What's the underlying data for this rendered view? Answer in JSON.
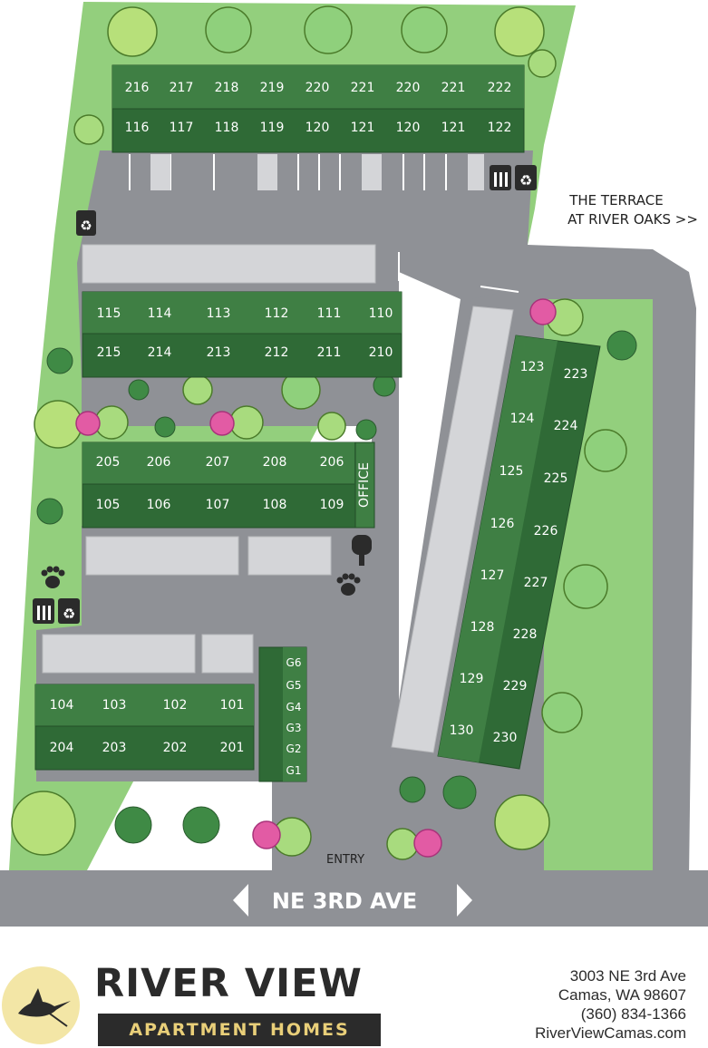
{
  "map": {
    "street_name": "NE 3RD AVE",
    "entry_label": "ENTRY",
    "neighbor_label_line1": "THE TERRACE",
    "neighbor_label_line2": "AT RIVER OAKS >>",
    "office_label": "OFFICE",
    "north_building_upper": [
      "216",
      "217",
      "218",
      "219",
      "220",
      "221",
      "220",
      "221",
      "222"
    ],
    "north_building_lower": [
      "116",
      "117",
      "118",
      "119",
      "120",
      "121",
      "120",
      "121",
      "122"
    ],
    "building_b_upper": [
      "115",
      "114",
      "113",
      "112",
      "111",
      "110"
    ],
    "building_b_lower": [
      "215",
      "214",
      "213",
      "212",
      "211",
      "210"
    ],
    "building_c_upper": [
      "205",
      "206",
      "207",
      "208",
      "206"
    ],
    "building_c_lower": [
      "105",
      "106",
      "107",
      "108",
      "109"
    ],
    "building_d_upper": [
      "104",
      "103",
      "102",
      "101"
    ],
    "building_d_lower": [
      "204",
      "203",
      "202",
      "201"
    ],
    "garages": [
      "G6",
      "G5",
      "G4",
      "G3",
      "G2",
      "G1"
    ],
    "east_building_left": [
      "123",
      "124",
      "125",
      "126",
      "127",
      "128",
      "129",
      "130"
    ],
    "east_building_right": [
      "223",
      "224",
      "225",
      "226",
      "227",
      "228",
      "229",
      "230"
    ],
    "colors": {
      "lawn": "#93cf7d",
      "pavement": "#8f9196",
      "building": "#2f6a36",
      "pad": "#d4d5d8",
      "brand_gold": "#e9cf79",
      "brand_dark": "#2b2b2b"
    }
  },
  "brand": {
    "name": "RIVER VIEW",
    "tagline": "APARTMENT HOMES",
    "logo_icon": "heron-icon"
  },
  "contact": {
    "street": "3003 NE 3rd Ave",
    "city": "Camas, WA 98607",
    "phone": "(360) 834-1366",
    "website": "RiverViewCamas.com"
  }
}
